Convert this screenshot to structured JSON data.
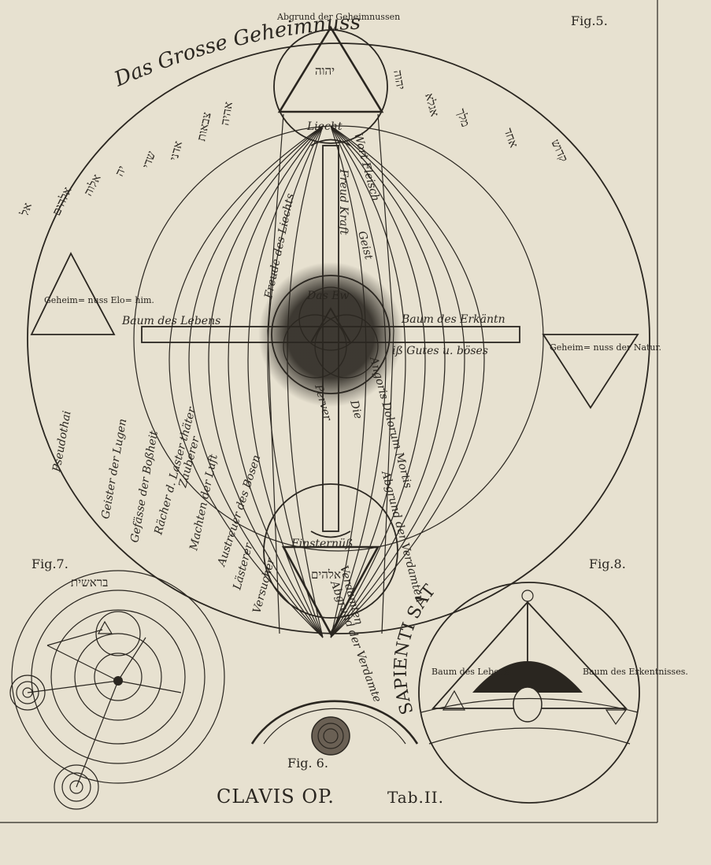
{
  "plate": {
    "paper_color": "#e7e1d0",
    "ink_color": "#2a2620",
    "caption_left": "CLAVIS OP.",
    "caption_right": "Tab.II."
  },
  "fig5": {
    "label": "Fig.5.",
    "headline": "Das Grosse Geheimnuss",
    "top_triangle_text": "Abgrund der Geheimnussen",
    "top_triangle_hebrew": "יהוה",
    "top_circle_label": "Liecht",
    "center_upper": "Das Ew",
    "cross_left": "Baum des Lebens",
    "cross_right": "Baum des Erkäntn",
    "cross_right_under": "iß Gutes u. böses",
    "left_triangle": "Geheim= nuss Elo= him.",
    "right_triangle": "Geheim= nuss der Natur.",
    "bottom_circle_label": "Finsternüß",
    "bottom_triangle_hebrew": "אלהים",
    "upper_arcs": [
      "Freude des Liechts",
      "Wort Fleisch",
      "Geist",
      "Freud Kraft"
    ],
    "left_arcs": [
      "Pseudothai",
      "Geister der Lugen",
      "Gefässe der Boßheit",
      "Rächer d. Laster thäter",
      "Zauberer",
      "Machten der Luft",
      "Austreuer des Bosen",
      "Lästerer",
      "Versucher"
    ],
    "right_arcs": [
      "Abgrund der Verdamten",
      "Verdamten",
      "Angoris Dolorum Mortis",
      "Die",
      "Perver",
      "Abgrund der Verdamte"
    ],
    "hebrew_names": [
      "אל",
      "אלהים",
      "אלוה",
      "יה",
      "שדי",
      "אדני",
      "צבאות",
      "אהיה",
      "יהוה",
      "אגלא",
      "מלך",
      "אחד",
      "קדוש"
    ]
  },
  "fig7": {
    "label": "Fig.7.",
    "hebrew": "בראשית"
  },
  "fig6": {
    "label": "Fig. 6."
  },
  "fig8": {
    "label": "Fig.8.",
    "arc_text": "SAPIENTI SAT",
    "tree_left": "Baum des Lebens",
    "tree_right": "Baum des Erkentnisses."
  }
}
